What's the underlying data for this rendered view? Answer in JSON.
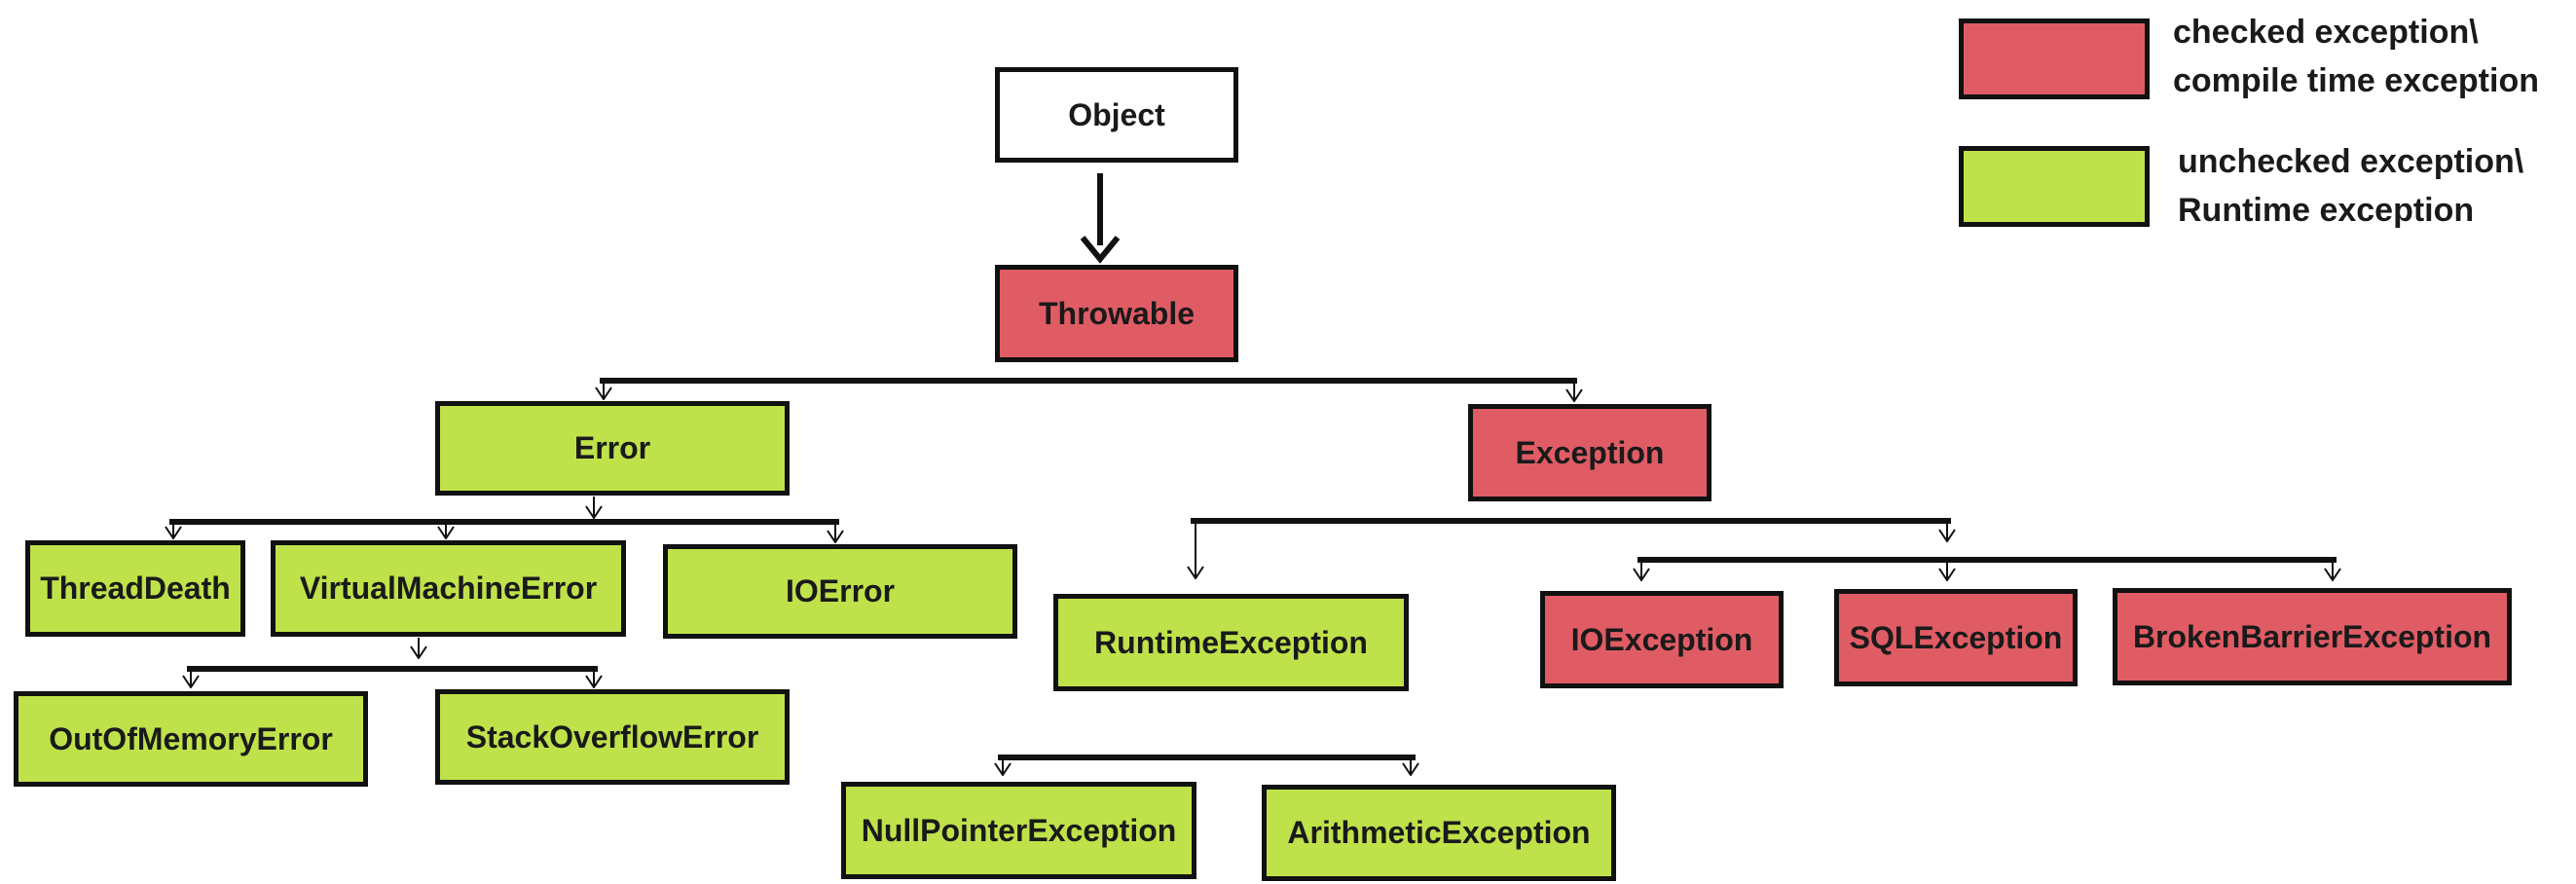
{
  "colors": {
    "checked": "#e05c65",
    "unchecked": "#bfe24a",
    "neutral": "#ffffff",
    "line": "#111111"
  },
  "legend": {
    "checked_label_line1": "checked exception\\",
    "checked_label_line2": "compile time exception",
    "unchecked_label_line1": "unchecked exception\\",
    "unchecked_label_line2": "Runtime exception"
  },
  "nodes": {
    "object": "Object",
    "throwable": "Throwable",
    "error": "Error",
    "exception": "Exception",
    "thread_death": "ThreadDeath",
    "virtual_machine_error": "VirtualMachineError",
    "io_error": "IOError",
    "out_of_memory_error": "OutOfMemoryError",
    "stack_overflow_error": "StackOverflowError",
    "runtime_exception": "RuntimeException",
    "io_exception": "IOException",
    "sql_exception": "SQLException",
    "broken_barrier_exception": "BrokenBarrierException",
    "null_pointer_exception": "NullPointerException",
    "arithmetic_exception": "ArithmeticException"
  },
  "node_kinds": {
    "object": "neutral",
    "throwable": "checked",
    "error": "unchecked",
    "exception": "checked",
    "thread_death": "unchecked",
    "virtual_machine_error": "unchecked",
    "io_error": "unchecked",
    "out_of_memory_error": "unchecked",
    "stack_overflow_error": "unchecked",
    "runtime_exception": "unchecked",
    "io_exception": "checked",
    "sql_exception": "checked",
    "broken_barrier_exception": "checked",
    "null_pointer_exception": "unchecked",
    "arithmetic_exception": "unchecked"
  },
  "edges": [
    [
      "object",
      "throwable"
    ],
    [
      "throwable",
      "error"
    ],
    [
      "throwable",
      "exception"
    ],
    [
      "error",
      "thread_death"
    ],
    [
      "error",
      "virtual_machine_error"
    ],
    [
      "error",
      "io_error"
    ],
    [
      "virtual_machine_error",
      "out_of_memory_error"
    ],
    [
      "virtual_machine_error",
      "stack_overflow_error"
    ],
    [
      "exception",
      "runtime_exception"
    ],
    [
      "exception",
      "io_exception"
    ],
    [
      "exception",
      "sql_exception"
    ],
    [
      "exception",
      "broken_barrier_exception"
    ],
    [
      "runtime_exception",
      "null_pointer_exception"
    ],
    [
      "runtime_exception",
      "arithmetic_exception"
    ]
  ]
}
